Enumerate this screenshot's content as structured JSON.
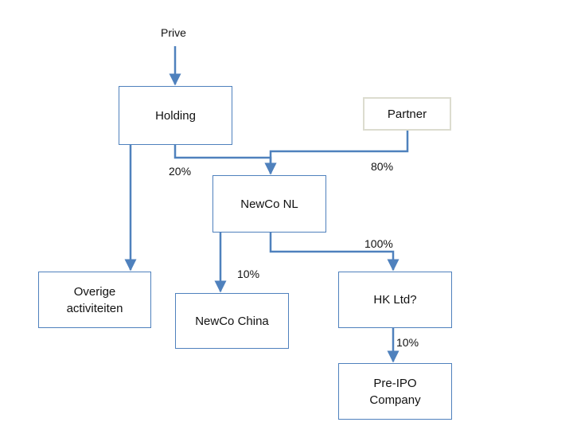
{
  "nodes": {
    "prive": "Prive",
    "holding": "Holding",
    "partner": "Partner",
    "newco_nl": "NewCo NL",
    "overige": "Overige\nactiviteiten",
    "newco_china": "NewCo China",
    "hk_ltd": "HK Ltd?",
    "pre_ipo": "Pre-IPO\nCompany"
  },
  "edges": {
    "holding_to_newco_nl": "20%",
    "partner_to_newco_nl": "80%",
    "newco_nl_to_hk": "100%",
    "newco_nl_to_china": "10%",
    "hk_to_pre_ipo": "10%"
  },
  "colors": {
    "box_border": "#4f81bd",
    "partner_border": "#dcdccf",
    "connector": "#4f81bd"
  }
}
